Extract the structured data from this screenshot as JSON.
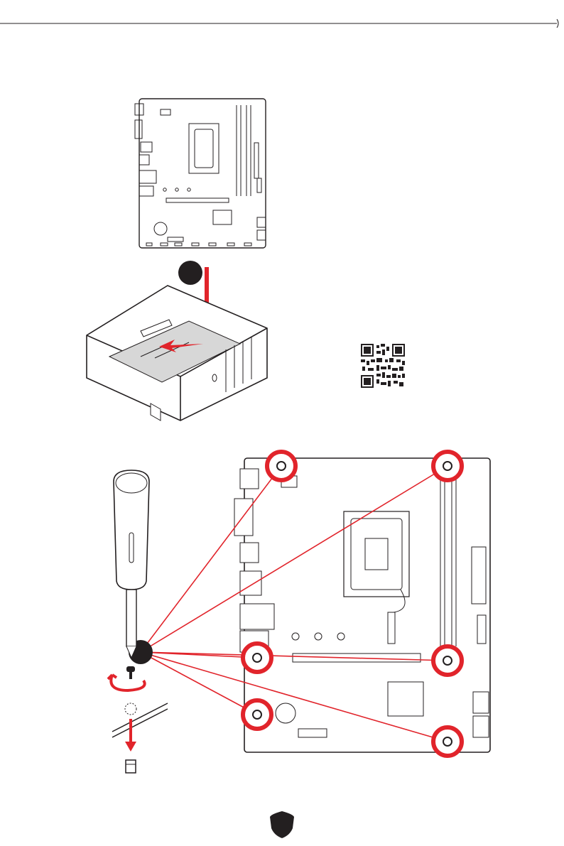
{
  "page": {
    "accent_color": "#e1242b",
    "line_color": "#231f20"
  },
  "figures": {
    "install_board": {
      "step_badge": "",
      "description_icons": [
        "motherboard-outline",
        "case-outline",
        "insert-arrow"
      ]
    },
    "screw_board": {
      "step_badge": "",
      "screw_points": 6,
      "icons": [
        "screwdriver-icon",
        "screw-icon",
        "standoff-icon",
        "rotate-arrow-icon"
      ]
    }
  },
  "qr_code": {
    "icon": "qr-code-icon"
  },
  "footer": {
    "icon": "msi-shield-logo"
  }
}
